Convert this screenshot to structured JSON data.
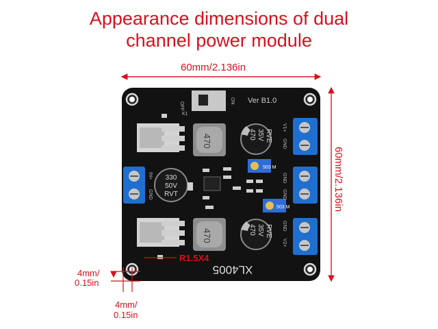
{
  "title": {
    "line1": "Appearance dimensions of dual",
    "line2": "channel power module"
  },
  "dimensions": {
    "width_label": "60mm/2.136in",
    "height_label": "60mm/2.136in",
    "hole_offset_x_label": "4mm/",
    "hole_offset_x_label2": "0.15in",
    "hole_offset_y_label": "4mm/",
    "hole_offset_y_label2": "0.15in",
    "radius_label": "R1.5X4"
  },
  "board": {
    "version_label": "Ver B1.0",
    "model_label": "XL4005",
    "switch_off_label": "OFF",
    "switch_on_label": "ON",
    "switch_ref": "K1",
    "input_label_plus": "IN+",
    "input_label_gnd": "GND",
    "out1_plus": "V1+",
    "out1_gnd": "GND",
    "out2_plus": "V2+",
    "out2_gnd": "GND",
    "cap_large_value": "330",
    "cap_large_voltage": "50V",
    "cap_large_series": "RVT",
    "cap_small_value": "470",
    "cap_small_voltage": "35V",
    "cap_small_series": "RVE",
    "inductor_value": "470",
    "pot_value": "503 M"
  },
  "colors": {
    "title": "#d8101a",
    "dimension": "#d8101a",
    "pcb": "#111111",
    "terminal": "#1f6fd1",
    "inductor": "#8a8a8a"
  }
}
